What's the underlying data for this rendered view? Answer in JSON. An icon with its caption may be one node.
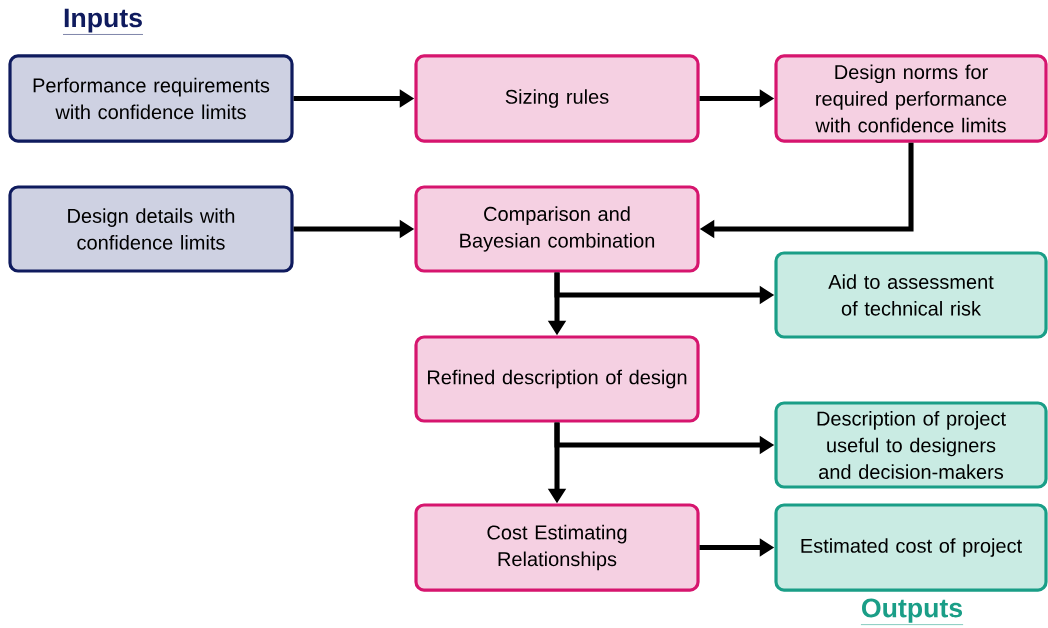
{
  "diagram": {
    "nodes": [
      {
        "text": [
          "Performance requirements with confidence limits"
        ]
      },
      {
        "text": [
          "Sizing rules"
        ]
      },
      {
        "text": [
          "Design norms for required performance with confidence limits"
        ]
      },
      {
        "text": [
          "Design details with confidence limits"
        ]
      },
      {
        "text": [
          "Comparison and Bayesian combination"
        ]
      },
      {
        "text": [
          "Aid to assessment of technical risk"
        ]
      },
      {
        "text": [
          "Refined description of design"
        ]
      },
      {
        "text": [
          "Description of project useful to designers and decision-makers"
        ]
      },
      {
        "text": [
          "Cost Estimating Relationships"
        ]
      },
      {
        "text": [
          "Estimated cost of project"
        ]
      }
    ],
    "edges": [
      {
        "from": 0,
        "to": 1,
        "arrow": "to"
      },
      {
        "from": 1,
        "to": 2,
        "arrow": "to"
      },
      {
        "from": 2,
        "to": 4,
        "arrow": "to"
      },
      {
        "from": 3,
        "to": 4,
        "arrow": "to"
      },
      {
        "from": 4,
        "to": 6,
        "arrow": "to"
      },
      {
        "from": 4,
        "to": 5,
        "arrow": "to"
      },
      {
        "from": 6,
        "to": 8,
        "arrow": "to"
      },
      {
        "from": 6,
        "to": 7,
        "arrow": "to"
      },
      {
        "from": 8,
        "to": 9,
        "arrow": "to"
      }
    ],
    "labels": [
      "Inputs",
      "Outputs"
    ]
  }
}
